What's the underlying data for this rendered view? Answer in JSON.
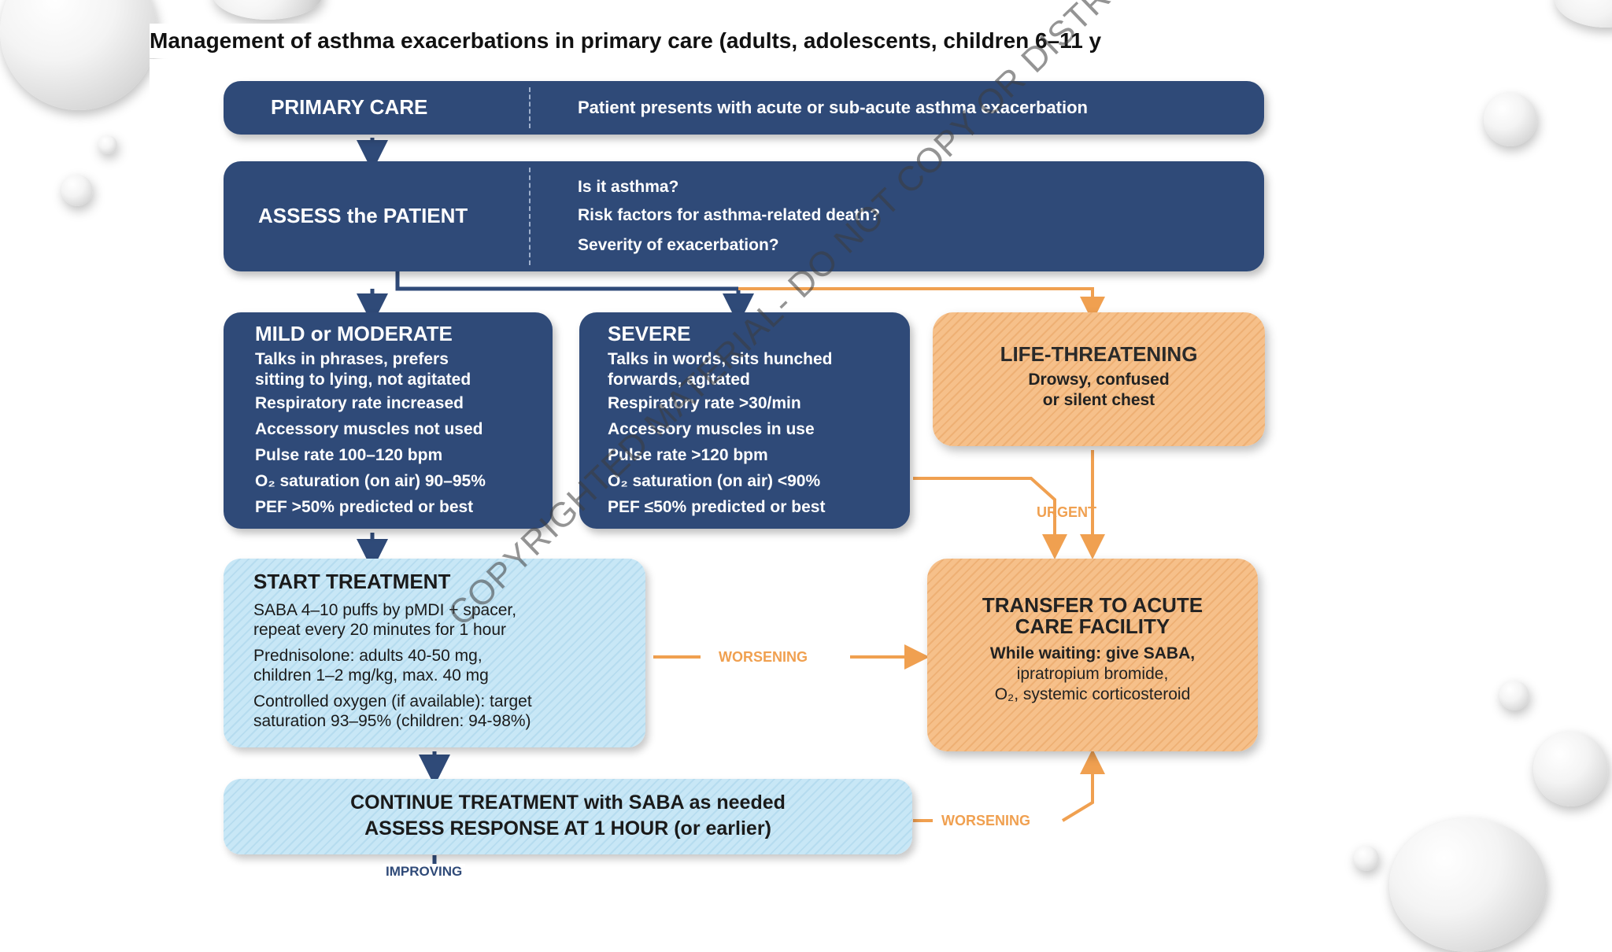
{
  "title": "Management of asthma exacerbations in primary care (adults, adolescents, children 6–11 y",
  "colors": {
    "navy": "#2f4a78",
    "orange": "#f0a050",
    "light_blue": "#c8e7f6"
  },
  "primary_care": {
    "label": "PRIMARY CARE",
    "text": "Patient presents with acute or sub-acute asthma exacerbation"
  },
  "assess": {
    "label": "ASSESS the PATIENT",
    "questions": [
      "Is it asthma?",
      "Risk factors for asthma-related death?",
      "Severity of exacerbation?"
    ]
  },
  "mild": {
    "title": "MILD or MODERATE",
    "lines": [
      "Talks in phrases, prefers",
      "sitting to lying, not agitated",
      "Respiratory rate increased",
      "Accessory muscles not used",
      "Pulse rate 100–120 bpm",
      "O₂ saturation (on air) 90–95%",
      "PEF >50% predicted or best"
    ]
  },
  "severe": {
    "title": "SEVERE",
    "lines": [
      "Talks in words, sits hunched",
      "forwards, agitated",
      "Respiratory rate >30/min",
      "Accessory muscles in use",
      "Pulse rate >120 bpm",
      "O₂ saturation (on air) <90%",
      "PEF ≤50% predicted or best"
    ]
  },
  "life": {
    "title": "LIFE-THREATENING",
    "lines": [
      "Drowsy, confused",
      "or silent chest"
    ]
  },
  "start": {
    "title": "START TREATMENT",
    "lines": [
      "SABA 4–10 puffs by pMDI + spacer,",
      "repeat every 20 minutes for 1 hour",
      "Prednisolone: adults 40-50 mg,",
      "children 1–2 mg/kg, max. 40 mg",
      "Controlled oxygen (if available): target",
      "saturation 93–95% (children: 94-98%)"
    ]
  },
  "transfer": {
    "title_line1": "TRANSFER TO ACUTE",
    "title_line2": "CARE FACILITY",
    "lines": [
      "While waiting: give SABA,",
      "ipratropium bromide,",
      "O₂, systemic corticosteroid"
    ]
  },
  "continue": {
    "line1": "CONTINUE TREATMENT with SABA as needed",
    "line2": "ASSESS RESPONSE AT 1 HOUR (or earlier)"
  },
  "labels": {
    "urgent": "URGENT",
    "worsening": "WORSENING",
    "improving": "IMPROVING"
  },
  "watermark": "COPYRIGHTED MATERIAL- DO NOT COPY OR DISTRIBUTE"
}
